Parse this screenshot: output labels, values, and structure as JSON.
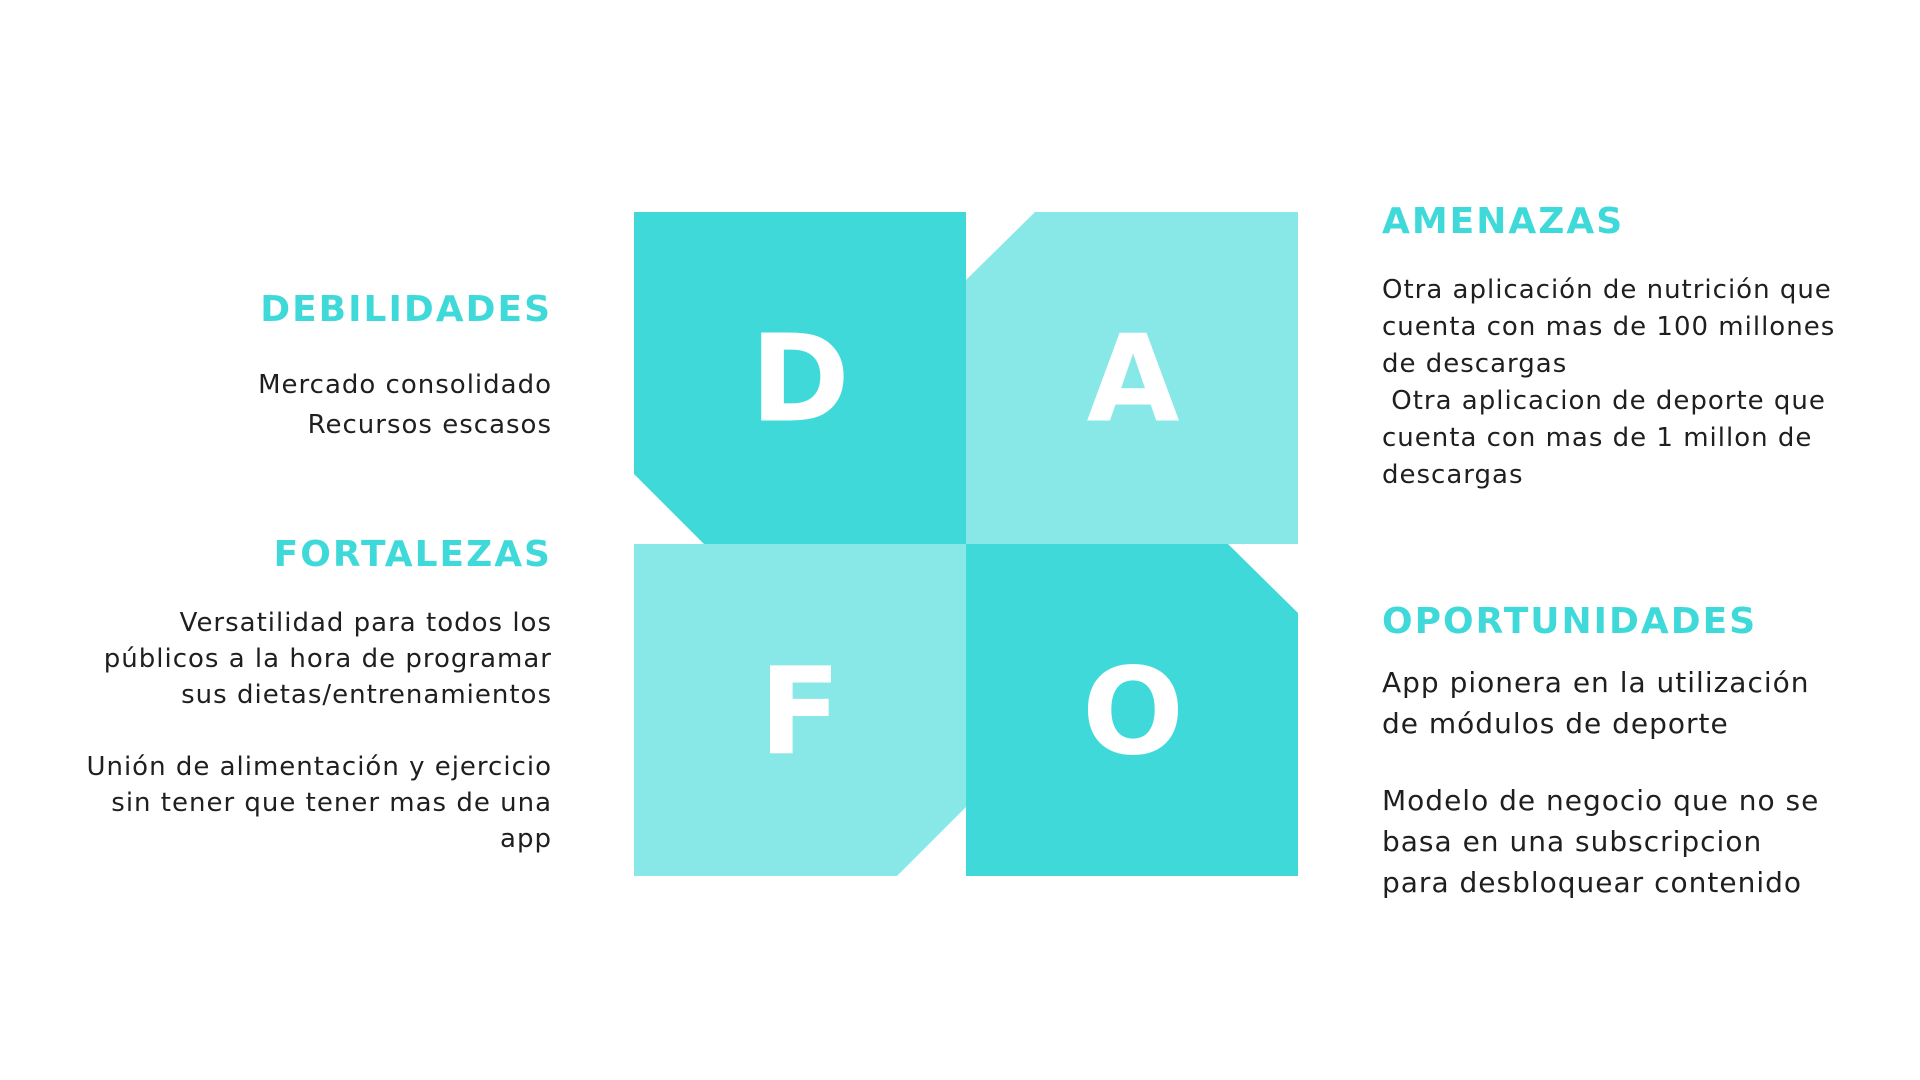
{
  "dafo": {
    "letters": {
      "d": "D",
      "a": "A",
      "f": "F",
      "o": "O"
    },
    "colors": {
      "dark": "#40D9D9",
      "light": "#88E8E8",
      "heading": "#40D9D9",
      "text": "#1f1f1f"
    }
  },
  "debilidades": {
    "title": "DEBILIDADES",
    "lines": [
      "Mercado consolidado",
      "Recursos escasos"
    ]
  },
  "fortalezas": {
    "title": "FORTALEZAS",
    "lines": [
      "Versatilidad para todos los",
      "públicos a la hora de programar",
      "sus dietas/entrenamientos",
      "",
      "Unión de alimentación y ejercicio",
      "sin tener que tener mas de una",
      "app"
    ]
  },
  "amenazas": {
    "title": "AMENAZAS",
    "lines": [
      "Otra aplicación de nutrición que",
      "cuenta con mas de 100 millones",
      "de descargas",
      " Otra aplicacion de deporte que",
      "cuenta con mas de 1 millon de",
      "descargas"
    ]
  },
  "oportunidades": {
    "title": "OPORTUNIDADES",
    "lines": [
      "App pionera en la utilización",
      "de módulos de deporte",
      "",
      "Modelo de negocio que no se",
      "basa en una subscripcion",
      "para desbloquear contenido"
    ]
  }
}
